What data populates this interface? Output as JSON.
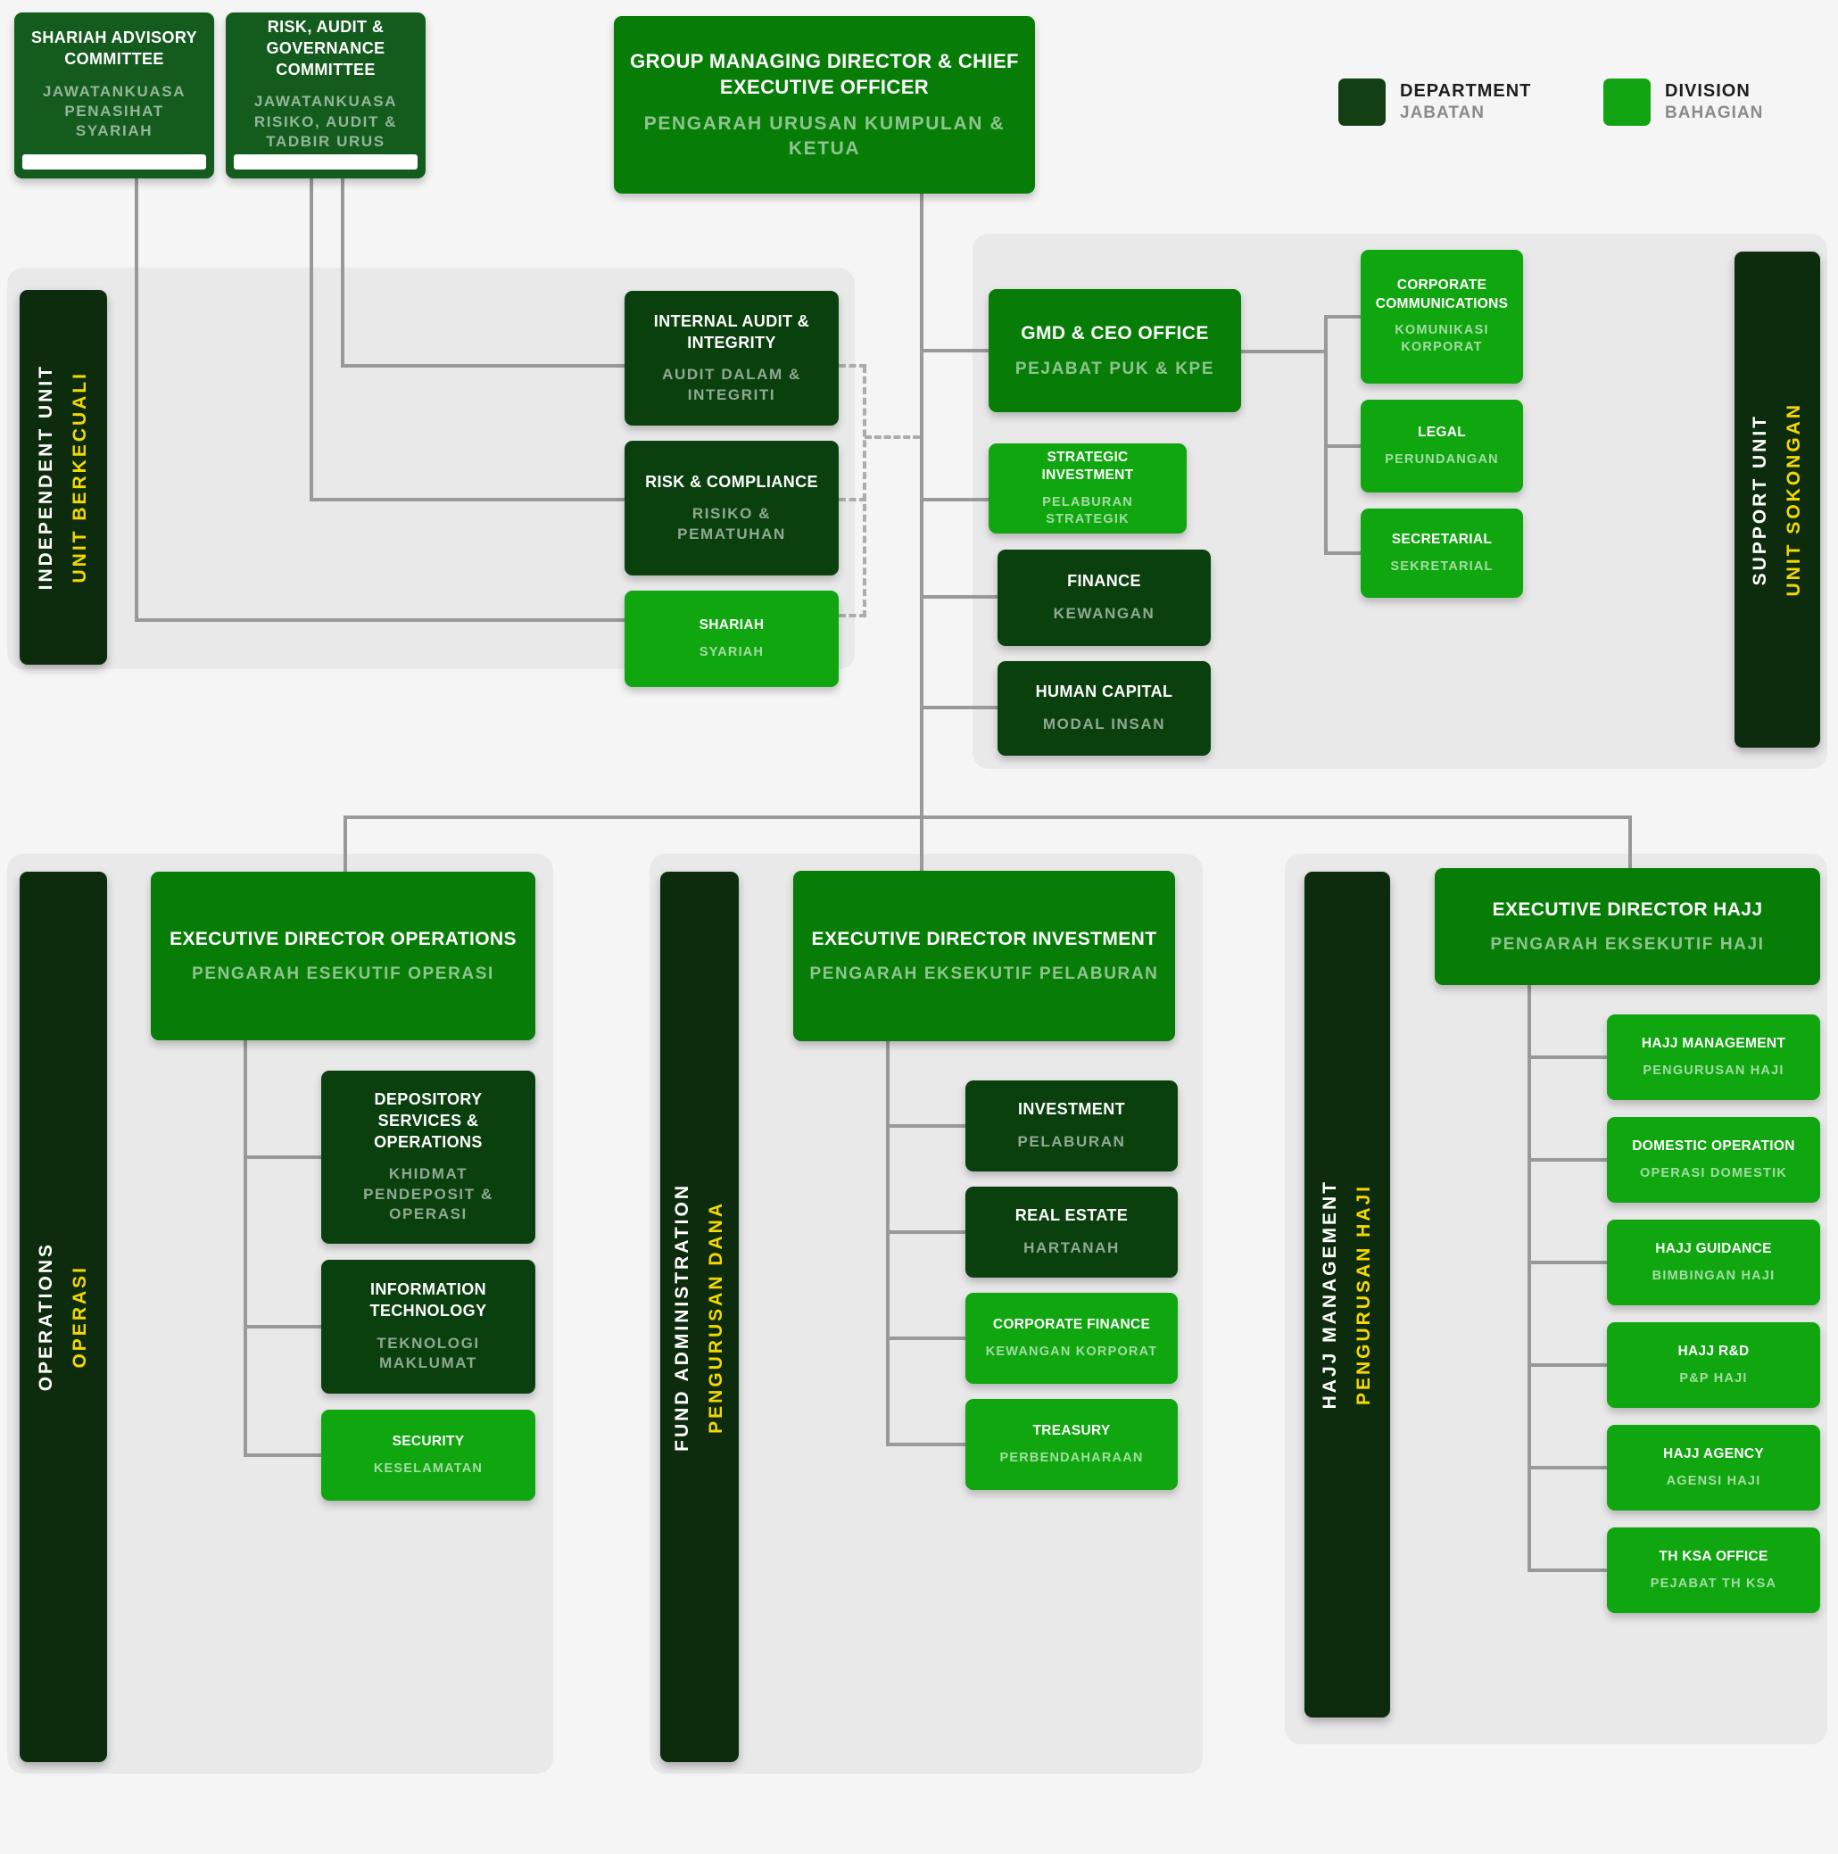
{
  "legend": {
    "department": {
      "label": "DEPARTMENT",
      "sub": "JABATAN"
    },
    "division": {
      "label": "DIVISION",
      "sub": "BAHAGIAN"
    }
  },
  "top": {
    "shariah_advisory": {
      "en": "SHARIAH ADVISORY COMMITTEE",
      "my": "JAWATANKUASA PENASIHAT SYARIAH"
    },
    "risk_audit_governance": {
      "en": "RISK, AUDIT & GOVERNANCE COMMITTEE",
      "my": "JAWATANKUASA RISIKO, AUDIT & TADBIR URUS"
    },
    "gmd_ceo": {
      "en": "GROUP MANAGING DIRECTOR & CHIEF EXECUTIVE OFFICER",
      "my": "PENGARAH URUSAN KUMPULAN & KETUA"
    }
  },
  "independent": {
    "bar": {
      "en": "INDEPENDENT UNIT",
      "my": "UNIT BERKECUALI"
    },
    "internal_audit": {
      "en": "INTERNAL AUDIT & INTEGRITY",
      "my": "AUDIT DALAM & INTEGRITI"
    },
    "risk_compliance": {
      "en": "RISK & COMPLIANCE",
      "my": "RISIKO & PEMATUHAN"
    },
    "shariah": {
      "en": "SHARIAH",
      "my": "SYARIAH"
    }
  },
  "support": {
    "bar": {
      "en": "SUPPORT UNIT",
      "my": "UNIT SOKONGAN"
    },
    "gmd_ceo_office": {
      "en": "GMD & CEO OFFICE",
      "my": "PEJABAT PUK & KPE"
    },
    "strategic_investment": {
      "en": "STRATEGIC INVESTMENT",
      "my": "PELABURAN STRATEGIK"
    },
    "finance": {
      "en": "FINANCE",
      "my": "KEWANGAN"
    },
    "human_capital": {
      "en": "HUMAN CAPITAL",
      "my": "MODAL INSAN"
    },
    "corporate_communications": {
      "en": "CORPORATE COMMUNICATIONS",
      "my": "KOMUNIKASI KORPORAT"
    },
    "legal": {
      "en": "LEGAL",
      "my": "PERUNDANGAN"
    },
    "secretarial": {
      "en": "SECRETARIAL",
      "my": "SEKRETARIAL"
    }
  },
  "operations": {
    "bar": {
      "en": "OPERATIONS",
      "my": "OPERASI"
    },
    "executive_director": {
      "en": "EXECUTIVE DIRECTOR OPERATIONS",
      "my": "PENGARAH ESEKUTIF OPERASI"
    },
    "depository": {
      "en": "DEPOSITORY SERVICES & OPERATIONS",
      "my": "KHIDMAT PENDEPOSIT & OPERASI"
    },
    "information_technology": {
      "en": "INFORMATION TECHNOLOGY",
      "my": "TEKNOLOGI MAKLUMAT"
    },
    "security": {
      "en": "SECURITY",
      "my": "KESELAMATAN"
    }
  },
  "fund_administration": {
    "bar": {
      "en": "FUND ADMINISTRATION",
      "my": "PENGURUSAN DANA"
    },
    "executive_director": {
      "en": "EXECUTIVE DIRECTOR INVESTMENT",
      "my": "PENGARAH EKSEKUTIF PELABURAN"
    },
    "investment": {
      "en": "INVESTMENT",
      "my": "PELABURAN"
    },
    "real_estate": {
      "en": "REAL ESTATE",
      "my": "HARTANAH"
    },
    "corporate_finance": {
      "en": "CORPORATE FINANCE",
      "my": "KEWANGAN KORPORAT"
    },
    "treasury": {
      "en": "TREASURY",
      "my": "PERBENDAHARAAN"
    }
  },
  "hajj": {
    "bar": {
      "en": "HAJJ MANAGEMENT",
      "my": "PENGURUSAN HAJI"
    },
    "executive_director": {
      "en": "EXECUTIVE DIRECTOR HAJJ",
      "my": "PENGARAH EKSEKUTIF HAJI"
    },
    "hajj_management": {
      "en": "HAJJ MANAGEMENT",
      "my": "PENGURUSAN HAJI"
    },
    "domestic_operation": {
      "en": "DOMESTIC OPERATION",
      "my": "OPERASI DOMESTIK"
    },
    "hajj_guidance": {
      "en": "HAJJ GUIDANCE",
      "my": "BIMBINGAN HAJI"
    },
    "hajj_rnd": {
      "en": "HAJJ R&D",
      "my": "P&P HAJI"
    },
    "hajj_agency": {
      "en": "HAJJ AGENCY",
      "my": "AGENSI HAJI"
    },
    "th_ksa_office": {
      "en": "TH KSA OFFICE",
      "my": "PEJABAT TH KSA"
    }
  },
  "colors": {
    "department": "#0a400e",
    "division": "#0fa60f",
    "executive": "#077d07",
    "committee": "#135c1e",
    "unit_bar": "#0d2c0e",
    "accent_yellow": "#f4d800",
    "connector": "#999999"
  }
}
